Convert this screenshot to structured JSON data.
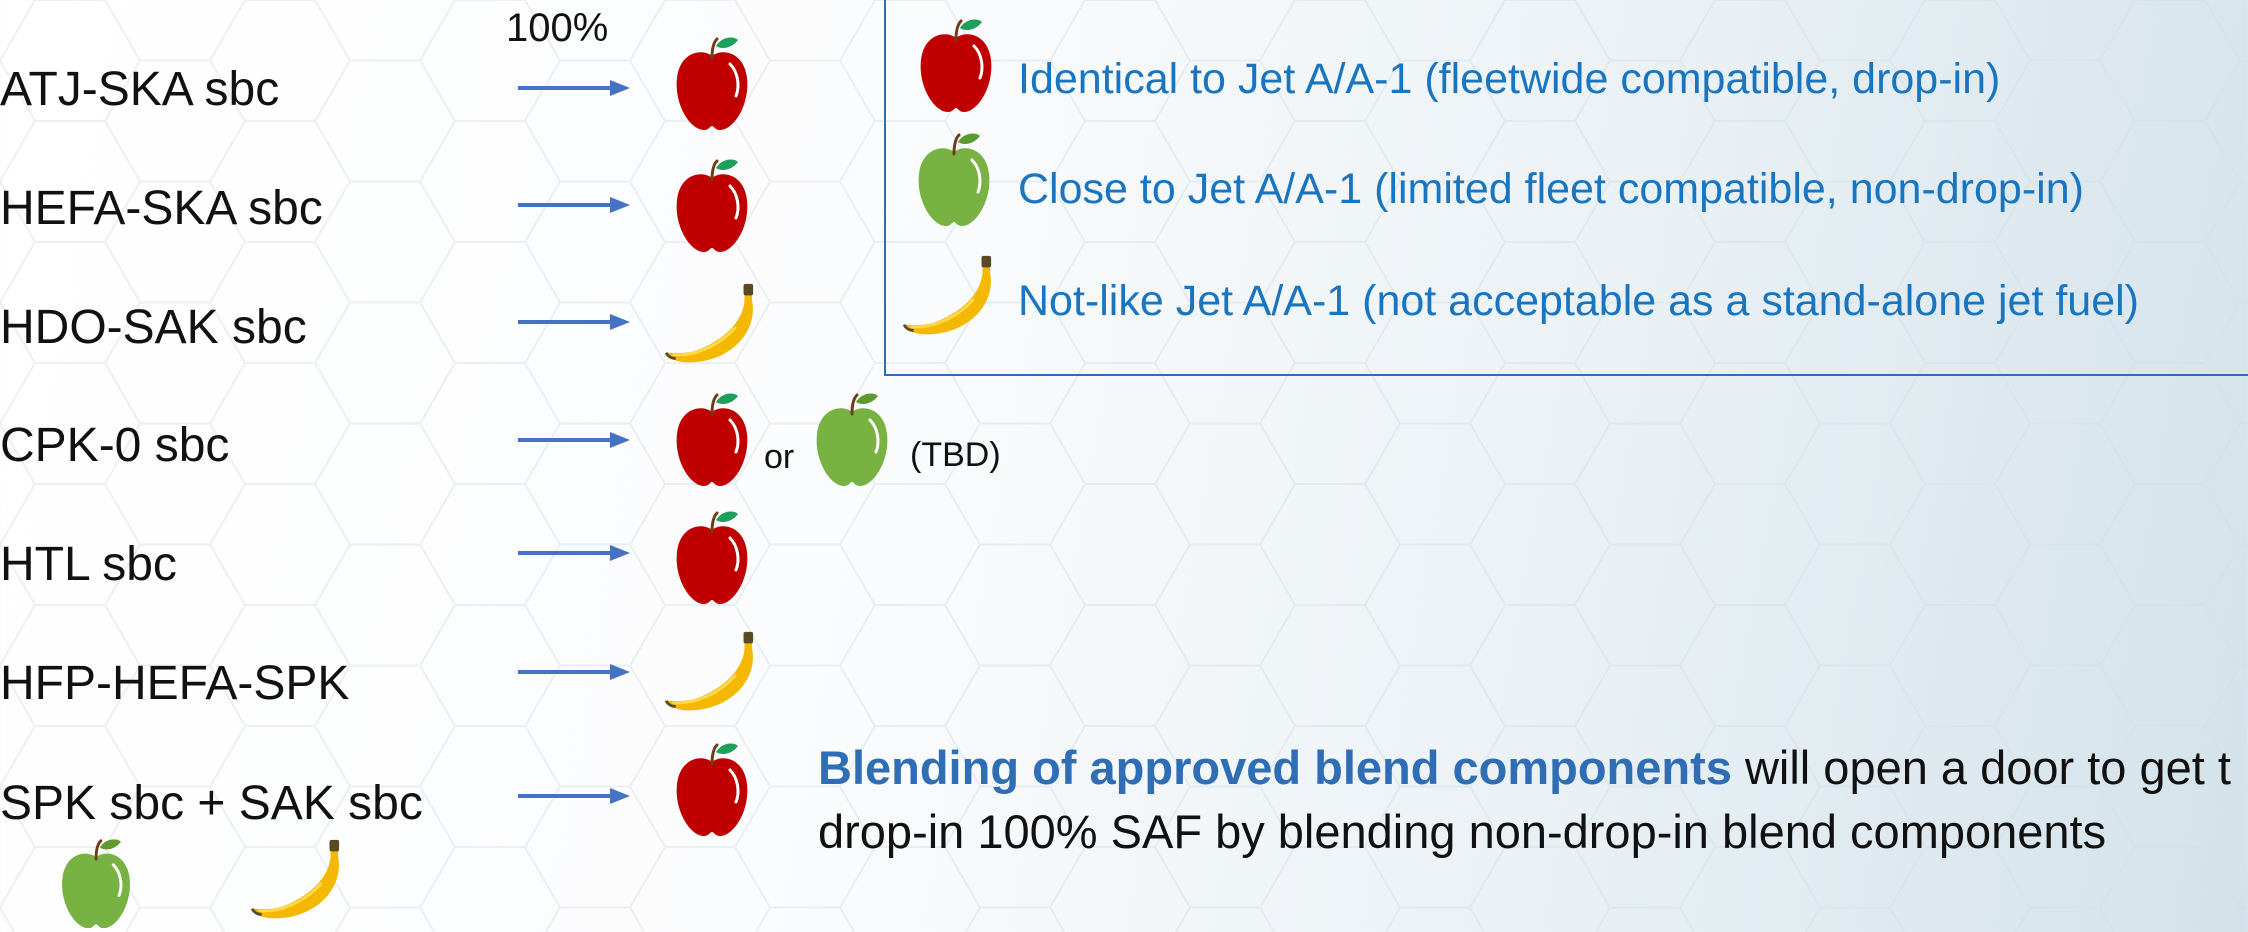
{
  "header": {
    "percent_label": "100%"
  },
  "rows": [
    {
      "label": "ATJ-SKA sbc",
      "result": "red-apple"
    },
    {
      "label": "HEFA-SKA sbc",
      "result": "red-apple"
    },
    {
      "label": "HDO-SAK sbc",
      "result": "banana"
    },
    {
      "label": "CPK-0 sbc",
      "result": "red-apple",
      "alt_word": "or",
      "alt_result": "green-apple",
      "note": "(TBD)"
    },
    {
      "label": "HTL sbc",
      "result": "red-apple"
    },
    {
      "label": "HFP-HEFA-SPK",
      "result": "banana"
    },
    {
      "label": "SPK sbc + SAK sbc",
      "result": "red-apple",
      "sub_icons": [
        "green-apple",
        "banana"
      ]
    }
  ],
  "legend": [
    {
      "icon": "red-apple-icon",
      "text": "Identical to Jet A/A-1 (fleetwide compatible, drop-in)"
    },
    {
      "icon": "green-apple-icon",
      "text": "Close to Jet A/A-1 (limited fleet compatible, non-drop-in)"
    },
    {
      "icon": "banana-icon",
      "text": "Not-like Jet A/A-1 (not acceptable as a stand-alone jet fuel)"
    }
  ],
  "bottom": {
    "bold": "Blending of approved blend components",
    "line1_rest": " will open a door to get t",
    "line2": "drop-in 100% SAF by blending non-drop-in blend components"
  },
  "colors": {
    "arrow": "#4472c4",
    "red_apple": "#c00000",
    "green_apple": "#78b243",
    "banana": "#f5b800",
    "legend_text": "#1a75c0",
    "legend_border": "#2f6db5",
    "highlight": "#2f6db5"
  }
}
